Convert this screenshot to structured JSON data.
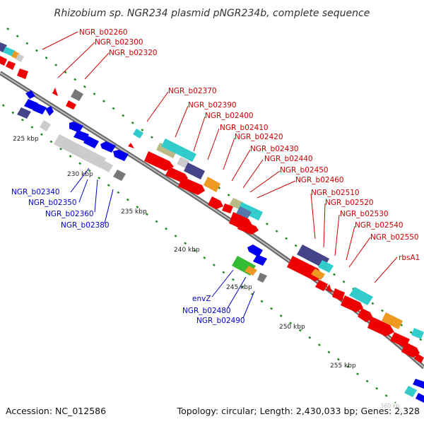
{
  "title": "Rhizobium sp. NGR234 plasmid pNGR234b, complete sequence",
  "footer": {
    "accession": "Accession: NC_012586",
    "summary": "Topology: circular; Length: 2,430,033 bp; Genes: 2,328"
  },
  "watermark": "360 kb",
  "ticks": [
    "225 kbp",
    "230 kbp",
    "235 kbp",
    "240 kbp",
    "245 kbp",
    "250 kbp",
    "255 kbp"
  ],
  "labels_forward": [
    "NGR_b02260",
    "NGR_b02300",
    "NGR_b02320",
    "NGR_b02370",
    "NGR_b02390",
    "NGR_b02400",
    "NGR_b02410",
    "NGR_b02420",
    "NGR_b02430",
    "NGR_b02440",
    "NGR_b02450",
    "NGR_b02460",
    "NGR_b02510",
    "NGR_b02520",
    "NGR_b02530",
    "NGR_b02540",
    "NGR_b02550",
    "rbsA1"
  ],
  "labels_reverse": [
    "NGR_b02340",
    "NGR_b02350",
    "NGR_b02360",
    "NGR_b02380",
    "envZ",
    "NGR_b02480",
    "NGR_b02490"
  ],
  "colors": {
    "forward_cds": "#ee0000",
    "reverse_cds": "#0000ee",
    "backbone": "#999999",
    "gc_skew": "#228822",
    "cyan": "#33cccc",
    "orange": "#ee9922",
    "navy": "#444488",
    "gray": "#777777",
    "khaki": "#bbbb88",
    "light_gray": "#cccccc",
    "green": "#33bb33"
  }
}
